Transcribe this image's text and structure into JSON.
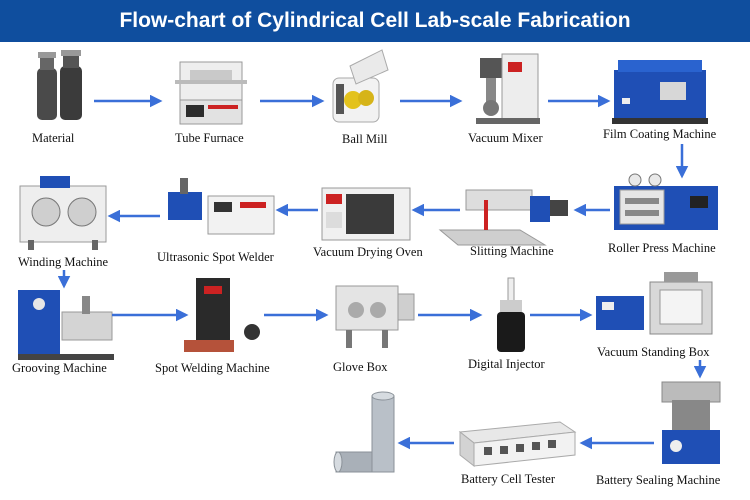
{
  "title": "Flow-chart of Cylindrical Cell Lab-scale Fabrication",
  "colors": {
    "banner": "#0f4e9e",
    "arrow": "#3a6fd8",
    "machine_blue": "#1f4fb5"
  },
  "steps": [
    {
      "label": "Material"
    },
    {
      "label": "Tube Furnace"
    },
    {
      "label": "Ball Mill"
    },
    {
      "label": "Vacuum Mixer"
    },
    {
      "label": "Film Coating Machine"
    },
    {
      "label": "Roller Press Machine"
    },
    {
      "label": "Slitting Machine"
    },
    {
      "label": "Vacuum Drying Oven"
    },
    {
      "label": "Ultrasonic Spot Welder"
    },
    {
      "label": "Winding Machine"
    },
    {
      "label": "Grooving Machine"
    },
    {
      "label": "Spot Welding Machine"
    },
    {
      "label": "Glove Box"
    },
    {
      "label": "Digital Injector"
    },
    {
      "label": "Vacuum Standing Box"
    },
    {
      "label": "Battery Sealing Machine"
    },
    {
      "label": "Battery Cell Tester"
    },
    {
      "label": ""
    }
  ]
}
